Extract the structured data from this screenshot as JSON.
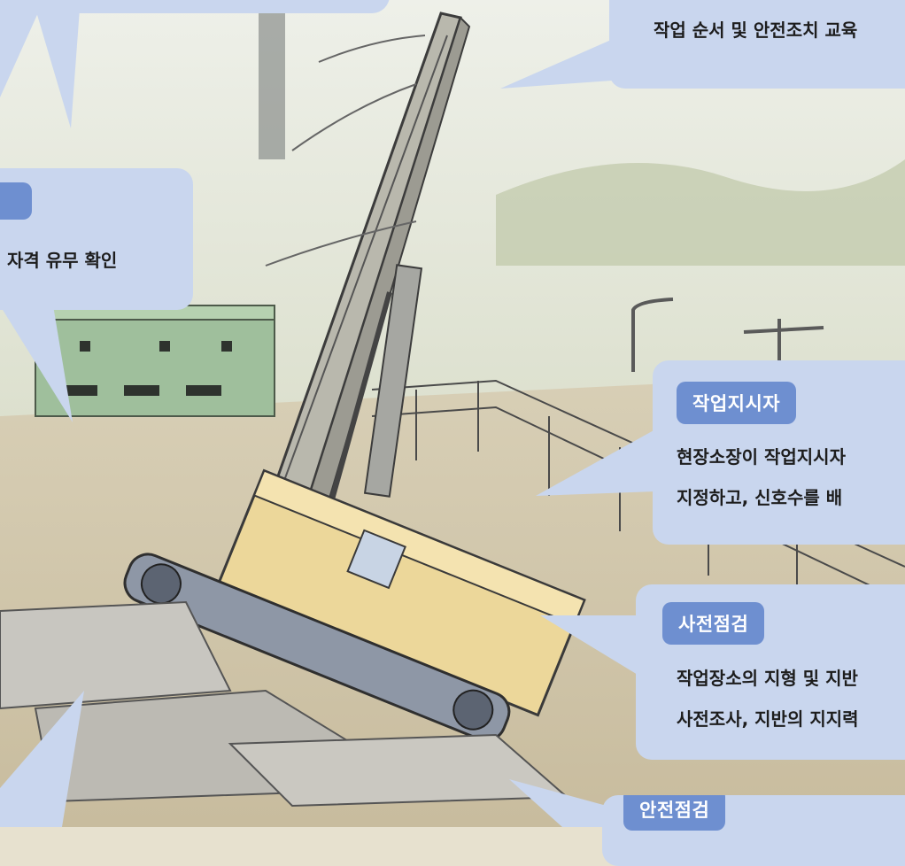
{
  "bubbles": {
    "top_right": {
      "line1": "작업 순서 및 안전조치 교육"
    },
    "left_middle": {
      "tag": "",
      "line1": "자격 유무 확인"
    },
    "right_middle": {
      "tag": "작업지시자",
      "line1": "현장소장이 작업지시자",
      "line2": "지정하고, 신호수를 배"
    },
    "right_lower": {
      "tag": "사전점검",
      "line1": "작업장소의 지형 및 지반",
      "line2": "사전조사, 지반의 지지력"
    },
    "bottom_right": {
      "tag": "안전점검"
    }
  },
  "colors": {
    "bubble": "#c9d6ee",
    "tag": "#6e8fd0",
    "machine": "#ecd79a",
    "sky": "#dfe6e2"
  }
}
